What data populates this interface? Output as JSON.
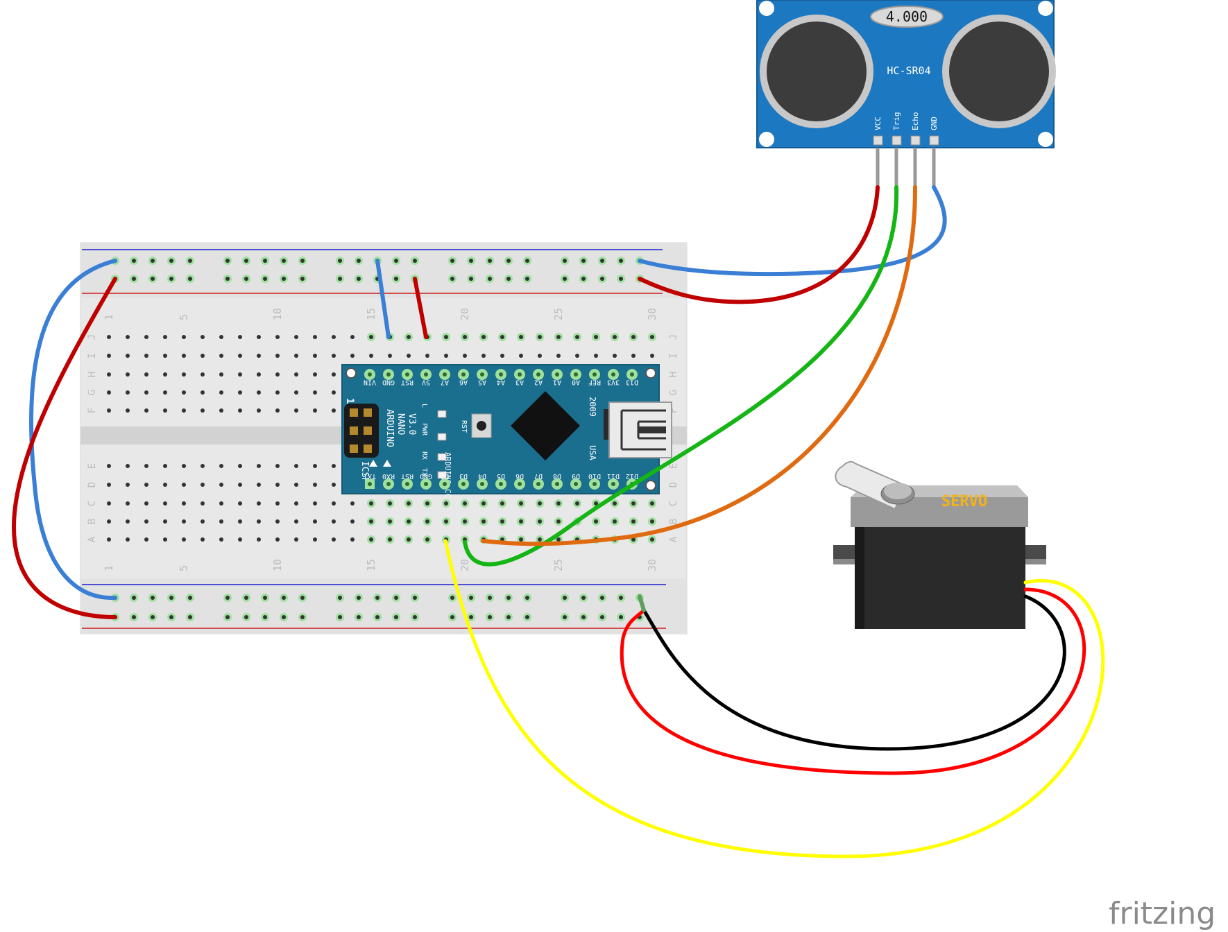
{
  "breadboard": {
    "column_numbers_top": [
      "1",
      "5",
      "10",
      "15",
      "20",
      "25",
      "30"
    ],
    "column_numbers_bottom": [
      "1",
      "5",
      "10",
      "15",
      "20",
      "25",
      "30"
    ],
    "row_letters_top": [
      "J",
      "I",
      "H",
      "G",
      "F"
    ],
    "row_letters_bottom": [
      "E",
      "D",
      "C",
      "B",
      "A"
    ]
  },
  "arduino": {
    "name_lines": [
      "ARDUINO",
      "NANO",
      "V3.0"
    ],
    "brand": "ARDUINO.CC",
    "icsp": "ICSP",
    "icsp_pin": "1",
    "year": "2009",
    "country": "USA",
    "rst_button": "RST",
    "leds": [
      "L",
      "PWR",
      "RX",
      "TX"
    ],
    "top_pins": [
      "VIN",
      "GND",
      "RST",
      "5V",
      "A7",
      "A6",
      "A5",
      "A4",
      "A3",
      "A2",
      "A1",
      "A0",
      "REF",
      "3V3",
      "D13"
    ],
    "bottom_pins": [
      "TX1",
      "RX0",
      "RST",
      "GND",
      "D2",
      "D3",
      "D4",
      "D5",
      "D6",
      "D7",
      "D8",
      "D9",
      "D10",
      "D11",
      "D12"
    ]
  },
  "sensor": {
    "model": "HC-SR04",
    "crystal": "4.000",
    "pins": [
      "VCC",
      "Trig",
      "Echo",
      "GND"
    ]
  },
  "servo": {
    "label": "SERVO"
  },
  "wire_colors": {
    "blue": "#3a7fd5",
    "red": "#c00000",
    "green": "#14b514",
    "orange": "#e06a10",
    "yellow": "#ffff00",
    "black": "#000000",
    "servo_red": "#ff0000"
  },
  "colors": {
    "breadboard": "#e6e6e6",
    "arduino_pcb": "#1a6e8e",
    "sensor_pcb": "#1c78c0",
    "servo_body": "#2a2a2a"
  },
  "watermark": "fritzing"
}
